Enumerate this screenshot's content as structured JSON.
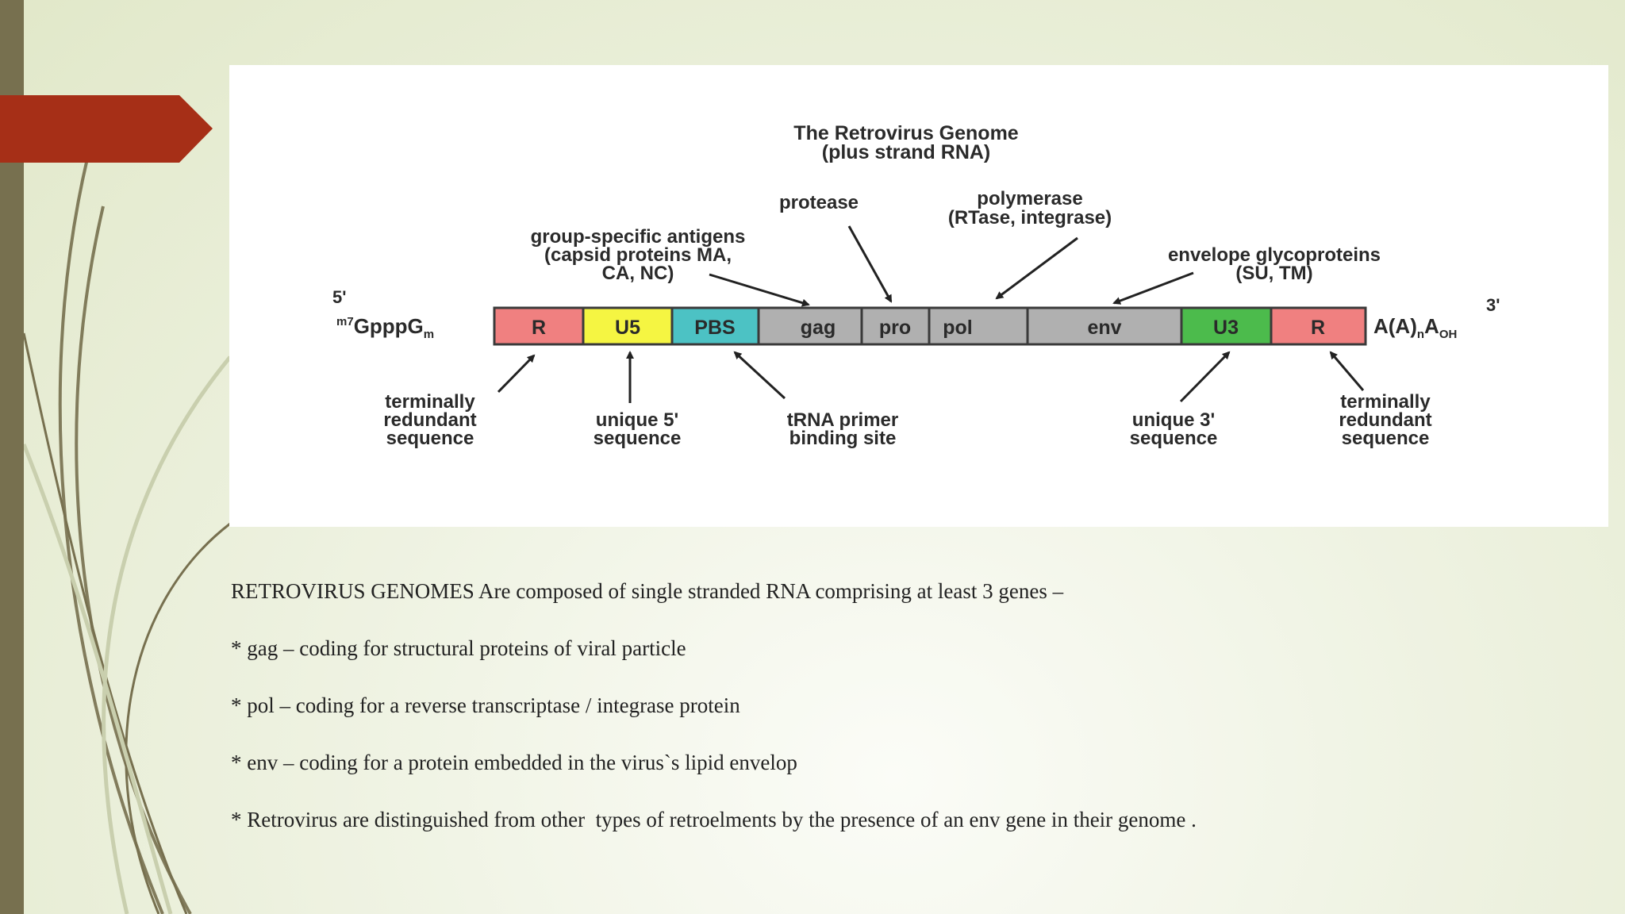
{
  "slide": {
    "accent_color": "#a62f17",
    "sidebar_color": "#77704f"
  },
  "diagram": {
    "title_line1": "The Retrovirus Genome",
    "title_line2": "(plus strand RNA)",
    "five_prime": "5'",
    "three_prime": "3'",
    "cap": {
      "superscript": "m7",
      "main": "GpppG",
      "subscript": "m"
    },
    "tail": {
      "a": "A(A)",
      "n": "n",
      "a2": "A",
      "oh": "OH"
    },
    "segments": [
      {
        "label": "R",
        "color": "#f08080"
      },
      {
        "label": "U5",
        "color": "#f5f542"
      },
      {
        "label": "PBS",
        "color": "#4cc2c4"
      },
      {
        "label": "gag",
        "color": "#b0b0b0"
      },
      {
        "label": "pro",
        "color": "#b0b0b0"
      },
      {
        "label": "pol",
        "color": "#b0b0b0"
      },
      {
        "label": "env",
        "color": "#b0b0b0"
      },
      {
        "label": "U3",
        "color": "#4cbb4c"
      },
      {
        "label": "R",
        "color": "#f08080"
      }
    ],
    "labels": {
      "gsa": [
        "group-specific antigens",
        "(capsid proteins MA,",
        "CA, NC)"
      ],
      "protease": "protease",
      "polymerase": [
        "polymerase",
        "(RTase, integrase)"
      ],
      "envelope": [
        "envelope glycoproteins",
        "(SU, TM)"
      ],
      "term_left": [
        "terminally",
        "redundant",
        "sequence"
      ],
      "unique5": [
        "unique  5'",
        "sequence"
      ],
      "trna": [
        "tRNA primer",
        "binding site"
      ],
      "unique3": [
        "unique 3'",
        "sequence"
      ],
      "term_right": [
        "terminally",
        "redundant",
        "sequence"
      ]
    }
  },
  "text": {
    "line1": "RETROVIRUS GENOMES Are composed of single stranded RNA comprising at least 3 genes –",
    "line2": "* gag – coding for structural proteins of viral particle",
    "line3": "* pol – coding for a reverse transcriptase / integrase protein",
    "line4": "* env – coding for a protein embedded in the virus`s lipid envelop",
    "line5": "* Retrovirus are distinguished from other  types of retroelments by the presence of an env gene in their genome ."
  }
}
